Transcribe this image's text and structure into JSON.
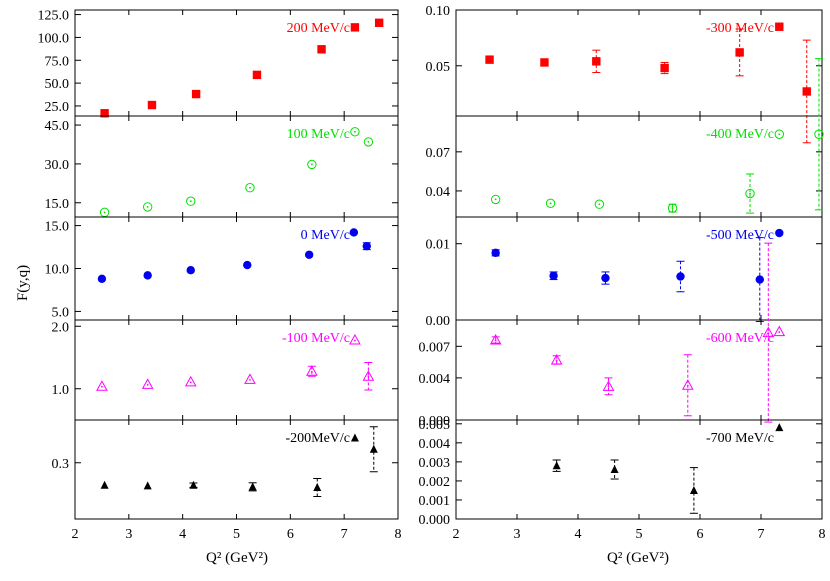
{
  "figure": {
    "ylabel": "F(y,q)",
    "xlabel_left": "Q² (GeV²)",
    "xlabel_right": "Q² (GeV²)",
    "x_ticks": [
      2,
      3,
      4,
      5,
      6,
      7,
      8
    ]
  },
  "chart_data": [
    {
      "type": "scatter",
      "column": "left",
      "label": "200 MeV/c",
      "color": "#ff0000",
      "marker": "filled-square",
      "xlim": [
        2,
        8
      ],
      "ylim": [
        14,
        130
      ],
      "yticks": [
        25.0,
        50.0,
        75.0,
        100.0,
        125.0
      ],
      "ytick_decimals": 1,
      "points": [
        {
          "x": 2.55,
          "y": 17
        },
        {
          "x": 3.43,
          "y": 26
        },
        {
          "x": 4.25,
          "y": 38
        },
        {
          "x": 5.38,
          "y": 59
        },
        {
          "x": 6.58,
          "y": 87
        },
        {
          "x": 7.2,
          "y": 111
        },
        {
          "x": 7.65,
          "y": 116
        }
      ]
    },
    {
      "type": "scatter",
      "column": "left",
      "label": "100 MeV/c",
      "color": "#00e000",
      "marker": "open-circle",
      "xlim": [
        2,
        8
      ],
      "ylim": [
        9.5,
        48.5
      ],
      "yticks": [
        15.0,
        30.0,
        45.0
      ],
      "ytick_decimals": 1,
      "points": [
        {
          "x": 2.55,
          "y": 11.3
        },
        {
          "x": 3.35,
          "y": 13.4
        },
        {
          "x": 4.15,
          "y": 15.6
        },
        {
          "x": 5.25,
          "y": 20.8
        },
        {
          "x": 6.4,
          "y": 29.8
        },
        {
          "x": 7.2,
          "y": 42.4
        },
        {
          "x": 7.45,
          "y": 38.5
        }
      ]
    },
    {
      "type": "scatter",
      "column": "left",
      "label": "0 MeV/c",
      "color": "#0000ee",
      "marker": "filled-circle",
      "xlim": [
        2,
        8
      ],
      "ylim": [
        4,
        16
      ],
      "yticks": [
        5.0,
        10.0,
        15.0
      ],
      "ytick_decimals": 1,
      "points": [
        {
          "x": 2.5,
          "y": 8.8
        },
        {
          "x": 3.35,
          "y": 9.2
        },
        {
          "x": 4.15,
          "y": 9.8
        },
        {
          "x": 5.2,
          "y": 10.4
        },
        {
          "x": 6.35,
          "y": 11.6
        },
        {
          "x": 7.18,
          "y": 14.2
        },
        {
          "x": 7.42,
          "y": 12.6,
          "err": 0.4
        }
      ]
    },
    {
      "type": "scatter",
      "column": "left",
      "label": "-100 MeV/c",
      "color": "#ff00ff",
      "marker": "open-triangle",
      "xlim": [
        2,
        8
      ],
      "ylim": [
        0.5,
        2.1
      ],
      "yticks": [
        1.0,
        2.0
      ],
      "ytick_decimals": 1,
      "points": [
        {
          "x": 2.5,
          "y": 1.04
        },
        {
          "x": 3.35,
          "y": 1.07
        },
        {
          "x": 4.15,
          "y": 1.11
        },
        {
          "x": 5.25,
          "y": 1.15
        },
        {
          "x": 6.4,
          "y": 1.28,
          "err": 0.08
        },
        {
          "x": 7.2,
          "y": 1.78
        },
        {
          "x": 7.45,
          "y": 1.2,
          "err": 0.22
        }
      ]
    },
    {
      "type": "scatter",
      "column": "left",
      "label": "-200MeV/c",
      "color": "#000000",
      "marker": "filled-triangle",
      "xlim": [
        2,
        8
      ],
      "ylim": [
        0.05,
        0.49
      ],
      "yticks": [
        0.3
      ],
      "ytick_decimals": 1,
      "points": [
        {
          "x": 2.55,
          "y": 0.2
        },
        {
          "x": 3.35,
          "y": 0.197
        },
        {
          "x": 4.2,
          "y": 0.2,
          "err": 0.01
        },
        {
          "x": 5.3,
          "y": 0.193,
          "err": 0.018
        },
        {
          "x": 6.5,
          "y": 0.19,
          "err": 0.04
        },
        {
          "x": 7.2,
          "y": 0.41
        },
        {
          "x": 7.55,
          "y": 0.36,
          "err": 0.1
        }
      ]
    },
    {
      "type": "scatter",
      "column": "right",
      "label": "-300 MeV/c",
      "color": "#ff0000",
      "marker": "filled-square",
      "xlim": [
        2,
        8
      ],
      "ylim": [
        0.005,
        0.1
      ],
      "yticks": [
        0.05,
        0.1
      ],
      "ytick_decimals": 2,
      "points": [
        {
          "x": 2.55,
          "y": 0.0555
        },
        {
          "x": 3.45,
          "y": 0.053
        },
        {
          "x": 4.3,
          "y": 0.054,
          "err": 0.01
        },
        {
          "x": 5.42,
          "y": 0.048,
          "err": 0.005
        },
        {
          "x": 6.65,
          "y": 0.062,
          "err": 0.021
        },
        {
          "x": 7.3,
          "y": 0.085
        },
        {
          "x": 7.75,
          "y": 0.027,
          "err": 0.046
        }
      ]
    },
    {
      "type": "scatter",
      "column": "right",
      "label": "-400 MeV/c",
      "color": "#00e000",
      "marker": "open-circle",
      "xlim": [
        2,
        8
      ],
      "ylim": [
        0.02,
        0.0975
      ],
      "yticks": [
        0.04,
        0.07
      ],
      "ytick_decimals": 2,
      "points": [
        {
          "x": 2.65,
          "y": 0.0335
        },
        {
          "x": 3.55,
          "y": 0.0305
        },
        {
          "x": 4.35,
          "y": 0.0298
        },
        {
          "x": 5.55,
          "y": 0.0268,
          "err": 0.003
        },
        {
          "x": 6.82,
          "y": 0.038,
          "err": 0.015
        },
        {
          "x": 7.3,
          "y": 0.0835
        },
        {
          "x": 7.95,
          "y": 0.0835,
          "err": 0.058
        }
      ]
    },
    {
      "type": "scatter",
      "column": "right",
      "label": "-500 MeV/c",
      "color": "#0000ee",
      "marker": "filled-circle",
      "xlim": [
        2,
        8
      ],
      "ylim": [
        0,
        0.0135
      ],
      "yticks": [
        0.0,
        0.01
      ],
      "ytick_decimals": 2,
      "points": [
        {
          "x": 2.65,
          "y": 0.0088,
          "err": 0.0004
        },
        {
          "x": 3.6,
          "y": 0.0058,
          "err": 0.0005
        },
        {
          "x": 4.45,
          "y": 0.0055,
          "err": 0.0008
        },
        {
          "x": 5.68,
          "y": 0.0057,
          "err": 0.002
        },
        {
          "x": 6.98,
          "y": 0.0053,
          "err": 0.0055
        },
        {
          "x": 7.3,
          "y": 0.0114
        }
      ]
    },
    {
      "type": "scatter",
      "column": "right",
      "label": "-600 MeV/c",
      "color": "#ff00ff",
      "marker": "open-triangle",
      "xlim": [
        2,
        8
      ],
      "ylim": [
        0,
        0.0095
      ],
      "yticks": [
        0.0,
        0.004,
        0.007
      ],
      "ytick_decimals": 3,
      "points": [
        {
          "x": 2.65,
          "y": 0.0076,
          "err": 0.0003
        },
        {
          "x": 3.65,
          "y": 0.0057,
          "err": 0.0004
        },
        {
          "x": 4.5,
          "y": 0.0032,
          "err": 0.0008
        },
        {
          "x": 5.8,
          "y": 0.0033,
          "err": 0.0029
        },
        {
          "x": 7.12,
          "y": 0.0083,
          "err": 0.0085
        },
        {
          "x": 7.3,
          "y": 0.0084
        }
      ]
    },
    {
      "type": "scatter",
      "column": "right",
      "label": "-700 MeV/c",
      "color": "#000000",
      "marker": "filled-triangle",
      "xlim": [
        2,
        8
      ],
      "ylim": [
        0,
        0.0052
      ],
      "yticks": [
        0.0,
        0.001,
        0.002,
        0.003,
        0.004,
        0.005
      ],
      "ytick_decimals": 3,
      "points": [
        {
          "x": 3.65,
          "y": 0.0028,
          "err": 0.0003
        },
        {
          "x": 4.6,
          "y": 0.0026,
          "err": 0.0005
        },
        {
          "x": 5.9,
          "y": 0.0015,
          "err": 0.0012
        },
        {
          "x": 7.3,
          "y": 0.0048
        }
      ]
    }
  ]
}
